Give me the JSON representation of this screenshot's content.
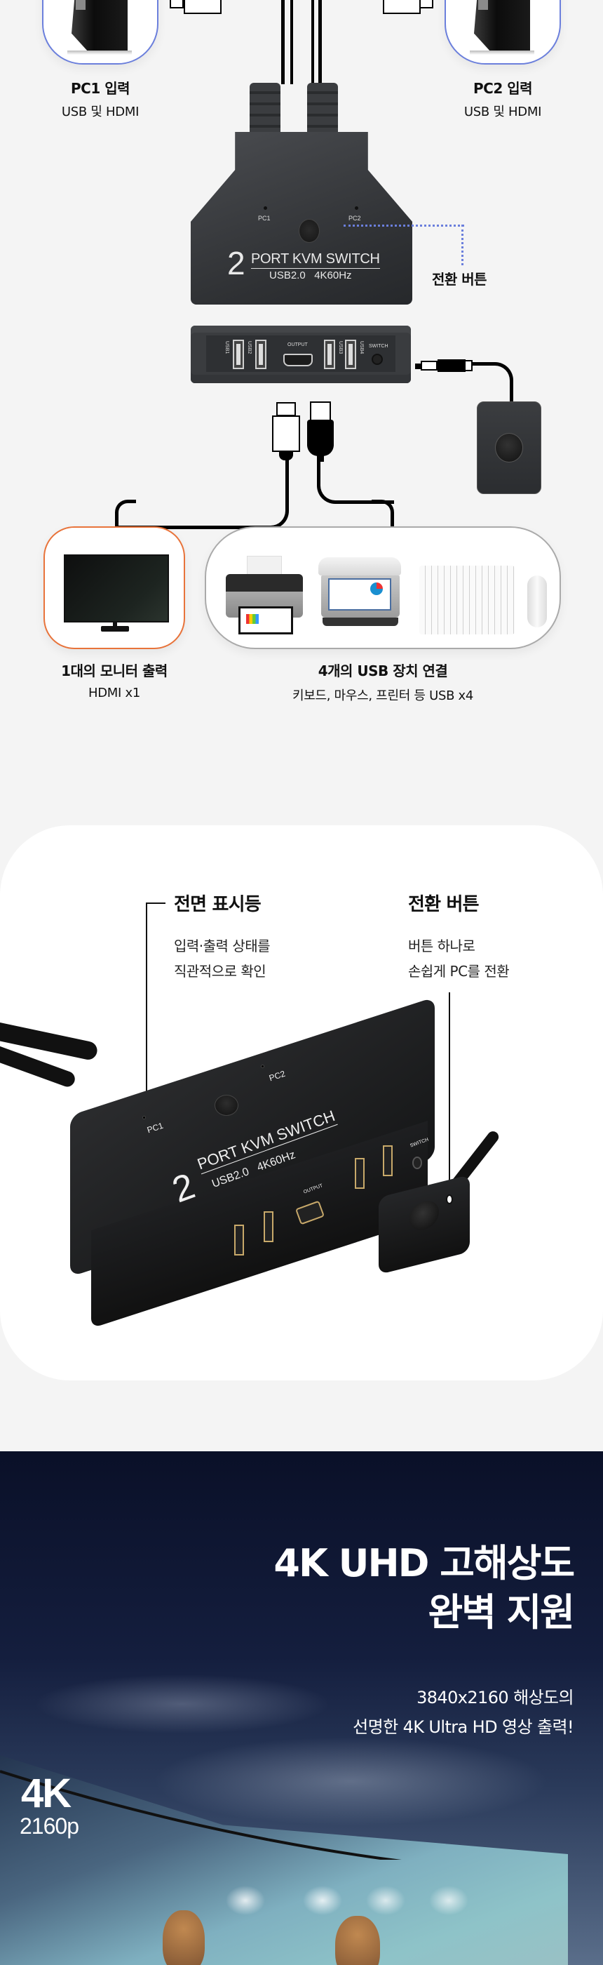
{
  "diagram": {
    "pc1": {
      "title": "PC1 입력",
      "subtitle": "USB 및 HDMI"
    },
    "pc2": {
      "title": "PC2 입력",
      "subtitle": "USB 및 HDMI"
    },
    "kvm_top": {
      "led1": "PC1",
      "led2": "PC2",
      "number": "2",
      "title": "PORT KVM SWITCH",
      "spec": "USB2.0   4K60Hz"
    },
    "switch_callout": "전환 버튼",
    "kvm_back": {
      "ports": [
        "USB1",
        "USB2",
        "OUTPUT",
        "USB3",
        "USB4",
        "SWITCH"
      ]
    },
    "monitor": {
      "title": "1대의 모니터 출력",
      "subtitle": "HDMI x1"
    },
    "usb_devices": {
      "title": "4개의 USB 장치 연결",
      "subtitle": "키보드, 마우스, 프린터 등 USB x4"
    },
    "colors": {
      "pc_border": "#6b7fdc",
      "monitor_border": "#e8733a",
      "usb_border": "#aaaaaa",
      "background": "#f4f4f4"
    }
  },
  "features": {
    "indicator": {
      "title": "전면 표시등",
      "desc": [
        "입력·출력 상태를",
        "직관적으로 확인"
      ]
    },
    "button": {
      "title": "전환 버튼",
      "desc": [
        "버튼 하나로",
        "손쉽게 PC를 전환"
      ]
    },
    "product_labels": {
      "number": "2",
      "title": "PORT KVM SWITCH",
      "spec": "USB2.0   4K60Hz",
      "pc1": "PC1",
      "pc2": "PC2",
      "output": "OUTPUT",
      "switch": "SWITCH"
    }
  },
  "uhd": {
    "title": [
      "4K UHD 고해상도",
      "완벽 지원"
    ],
    "desc": [
      "3840x2160 해상도의",
      "선명한 4K Ultra HD 영상 출력!"
    ],
    "badge_main": "4K",
    "badge_sub": "2160p",
    "background": "#0a1028"
  }
}
